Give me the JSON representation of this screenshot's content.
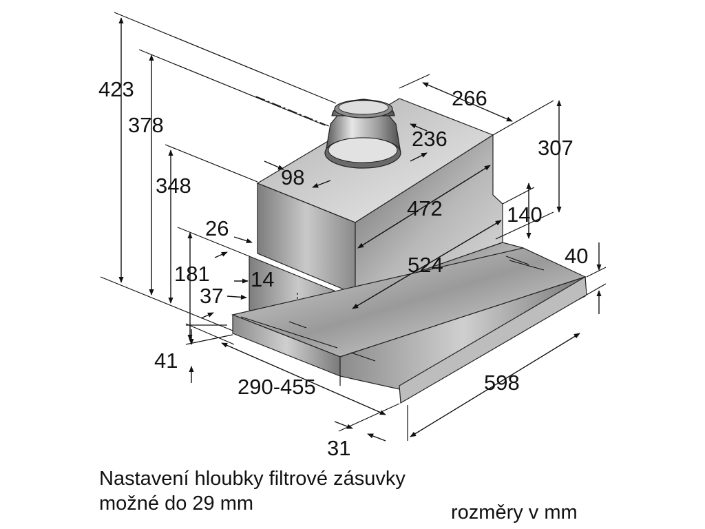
{
  "dimensions": {
    "d423": "423",
    "d378": "378",
    "d348": "348",
    "d307": "307",
    "d266": "266",
    "d236": "236",
    "d98": "98",
    "d472": "472",
    "d140": "140",
    "d26": "26",
    "d181": "181",
    "d14": "14",
    "d37": "37",
    "d524": "524",
    "d40": "40",
    "d41": "41",
    "d290_455": "290-455",
    "d598": "598",
    "d31": "31"
  },
  "notes": {
    "line1": "Nastavení hloubky filtrové zásuvky",
    "line2": "možné do 29 mm",
    "units": "rozměry v mm"
  }
}
